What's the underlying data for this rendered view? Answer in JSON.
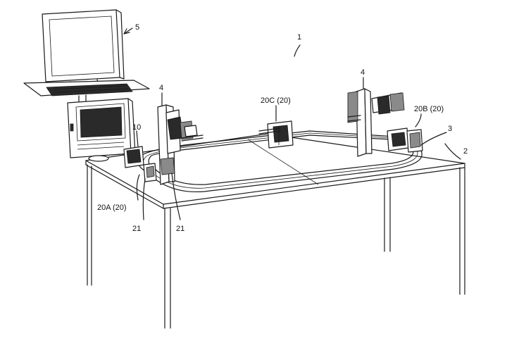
{
  "labels": {
    "system": "1",
    "table": "2",
    "track": "3",
    "robot_left": "4",
    "robot_right": "4",
    "computer": "5",
    "controller": "10",
    "carrier_a": "20A (20)",
    "carrier_b": "20B (20)",
    "carrier_c": "20C (20)",
    "stopper_left": "21",
    "stopper_right": "21"
  },
  "colors": {
    "line": "#1a1a1a",
    "background": "#ffffff"
  }
}
